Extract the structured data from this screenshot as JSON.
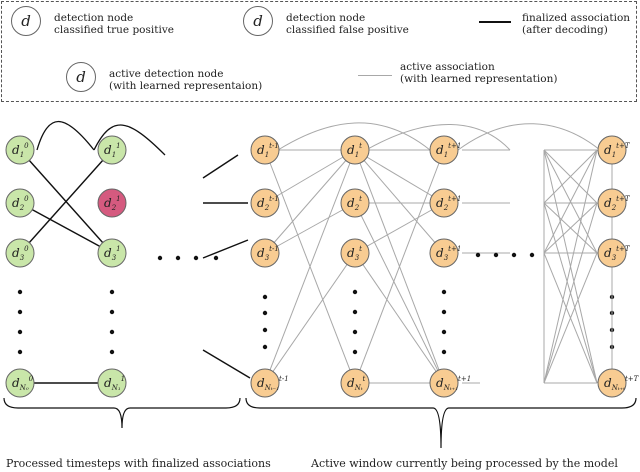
{
  "colors": {
    "tp_fill": "#c9e6a9",
    "fp_fill": "#d55a7f",
    "active_fill": "#f8cc92",
    "finalized_line": "#111111",
    "active_line": "#a8a8a8"
  },
  "legend": {
    "tp": {
      "symbol": "d",
      "line1": "detection node",
      "line2": "classified true positive"
    },
    "fp": {
      "symbol": "d",
      "line1": "detection node",
      "line2": "classified false positive"
    },
    "finalized": {
      "line1": "finalized association",
      "line2": "(after decoding)"
    },
    "active_node": {
      "symbol": "d",
      "line1": "active detection node",
      "line2": "(with learned  representaion)"
    },
    "active_assoc": {
      "line1": "active association",
      "line2": "(with learned representation)"
    }
  },
  "captions": {
    "left": "Processed timesteps with finalized associations",
    "right": "Active window currently being processed by the model"
  },
  "nodes": [
    {
      "id": "a1",
      "col": 0,
      "row": 0,
      "kind": "tp",
      "base": "d",
      "sub": "1",
      "sup": "0"
    },
    {
      "id": "a2",
      "col": 0,
      "row": 1,
      "kind": "tp",
      "base": "d",
      "sub": "2",
      "sup": "0"
    },
    {
      "id": "a3",
      "col": 0,
      "row": 2,
      "kind": "tp",
      "base": "d",
      "sub": "3",
      "sup": "0"
    },
    {
      "id": "aN",
      "col": 0,
      "row": 3,
      "kind": "tp",
      "base": "d",
      "sub": "N₀",
      "sup": "0"
    },
    {
      "id": "b1",
      "col": 1,
      "row": 0,
      "kind": "tp",
      "base": "d",
      "sub": "1",
      "sup": "1"
    },
    {
      "id": "b2",
      "col": 1,
      "row": 1,
      "kind": "fp",
      "base": "d",
      "sub": "2",
      "sup": "1"
    },
    {
      "id": "b3",
      "col": 1,
      "row": 2,
      "kind": "tp",
      "base": "d",
      "sub": "3",
      "sup": "1"
    },
    {
      "id": "bN",
      "col": 1,
      "row": 3,
      "kind": "tp",
      "base": "d",
      "sub": "N₁",
      "sup": "1"
    },
    {
      "id": "c1",
      "col": 2,
      "row": 0,
      "kind": "active",
      "base": "d",
      "sub": "1",
      "sup": "t-1"
    },
    {
      "id": "c2",
      "col": 2,
      "row": 1,
      "kind": "active",
      "base": "d",
      "sub": "2",
      "sup": "t-1"
    },
    {
      "id": "c3",
      "col": 2,
      "row": 2,
      "kind": "active",
      "base": "d",
      "sub": "3",
      "sup": "t-1"
    },
    {
      "id": "cN",
      "col": 2,
      "row": 3,
      "kind": "active",
      "base": "d",
      "sub": "Nₜ₋₁",
      "sup": "t-1"
    },
    {
      "id": "d1",
      "col": 3,
      "row": 0,
      "kind": "active",
      "base": "d",
      "sub": "1",
      "sup": "t"
    },
    {
      "id": "d2",
      "col": 3,
      "row": 1,
      "kind": "active",
      "base": "d",
      "sub": "2",
      "sup": "t"
    },
    {
      "id": "d3",
      "col": 3,
      "row": 2,
      "kind": "active",
      "base": "d",
      "sub": "3",
      "sup": "t"
    },
    {
      "id": "dN",
      "col": 3,
      "row": 3,
      "kind": "active",
      "base": "d",
      "sub": "Nₜ",
      "sup": "t"
    },
    {
      "id": "e1",
      "col": 4,
      "row": 0,
      "kind": "active",
      "base": "d",
      "sub": "1",
      "sup": "t+1"
    },
    {
      "id": "e2",
      "col": 4,
      "row": 1,
      "kind": "active",
      "base": "d",
      "sub": "2",
      "sup": "t+1"
    },
    {
      "id": "e3",
      "col": 4,
      "row": 2,
      "kind": "active",
      "base": "d",
      "sub": "3",
      "sup": "t+1"
    },
    {
      "id": "eN",
      "col": 4,
      "row": 3,
      "kind": "active",
      "base": "d",
      "sub": "Nₜ₊₁",
      "sup": "t+1"
    },
    {
      "id": "f1",
      "col": 5,
      "row": 0,
      "kind": "active",
      "base": "d",
      "sub": "1",
      "sup": "t+T"
    },
    {
      "id": "f2",
      "col": 5,
      "row": 1,
      "kind": "active",
      "base": "d",
      "sub": "2",
      "sup": "t+T"
    },
    {
      "id": "f3",
      "col": 5,
      "row": 2,
      "kind": "active",
      "base": "d",
      "sub": "3",
      "sup": "t+T"
    },
    {
      "id": "fN",
      "col": 5,
      "row": 3,
      "kind": "active",
      "base": "d",
      "sub": "Nₜ₊ₜ",
      "sup": "t+T"
    }
  ],
  "finalized_edges": [
    [
      "a1",
      "b3"
    ],
    [
      "a2",
      "b3"
    ],
    [
      "a3",
      "b1"
    ],
    [
      "aN",
      "bN"
    ]
  ],
  "active_edges": [
    [
      "c1",
      "d1"
    ],
    [
      "c1",
      "dN"
    ],
    [
      "c2",
      "d1"
    ],
    [
      "c3",
      "d1"
    ],
    [
      "c3",
      "d2"
    ],
    [
      "cN",
      "d1"
    ],
    [
      "cN",
      "d3"
    ],
    [
      "d1",
      "e1"
    ],
    [
      "d1",
      "e2"
    ],
    [
      "d1",
      "e3"
    ],
    [
      "d1",
      "eN"
    ],
    [
      "d2",
      "e2"
    ],
    [
      "d2",
      "eN"
    ],
    [
      "d3",
      "e2"
    ],
    [
      "d3",
      "eN"
    ],
    [
      "dN",
      "e1"
    ],
    [
      "dN",
      "eN"
    ],
    [
      "f1",
      "f2"
    ],
    [
      "f2",
      "f3"
    ],
    [
      "f3",
      "fN"
    ]
  ]
}
